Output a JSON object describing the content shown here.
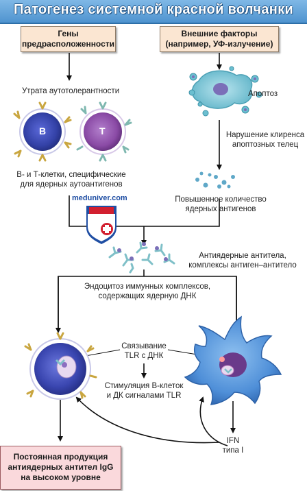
{
  "title": "Патогенез системной красной волчанки",
  "boxes": {
    "genetic": [
      "Гены",
      "предрасположенности"
    ],
    "external": [
      "Внешние факторы",
      "(например, УФ-излучение)"
    ],
    "outcome": [
      "Постоянная продукция",
      "антиядерных антител IgG",
      "на высоком уровне"
    ]
  },
  "labels": {
    "tolerance_loss": "Утрата аутотолерантности",
    "apoptosis": "Апоптоз",
    "clearance": [
      "Нарушение клиренса",
      "апоптозных телец"
    ],
    "bt_cells": [
      "В- и Т-клетки, специфические",
      "для ядерных аутоантигенов"
    ],
    "nuclear_antigens": [
      "Повышенное количество",
      "ядерных антигенов"
    ],
    "antibodies": [
      "Антиядерные антитела,",
      "комплексы антиген–антитело"
    ],
    "endocytosis": [
      "Эндоцитоз иммунных комплексов,",
      "содержащих ядерную ДНК"
    ],
    "tlr_binding": [
      "Связывание",
      "TLR с ДНК"
    ],
    "stimulation": [
      "Стимуляция В-клеток",
      "и ДК сигналами TLR"
    ],
    "ifn": [
      "IFN",
      "типа I"
    ]
  },
  "cells": {
    "b": "B",
    "t": "T"
  },
  "watermark": "meduniver.com",
  "colors": {
    "title_bg": "#4f93cf",
    "box_bg": "#fbe6d2",
    "outcome_bg": "#fad9dc",
    "b_cell": "#3d4bb8",
    "t_cell": "#8d4fa8",
    "dendritic": "#4f8fd8",
    "receptor": "#c9a640",
    "antibody": "#7fc0c8",
    "arrow": "#111111"
  },
  "icons": [
    "medical-shield-logo-icon"
  ]
}
